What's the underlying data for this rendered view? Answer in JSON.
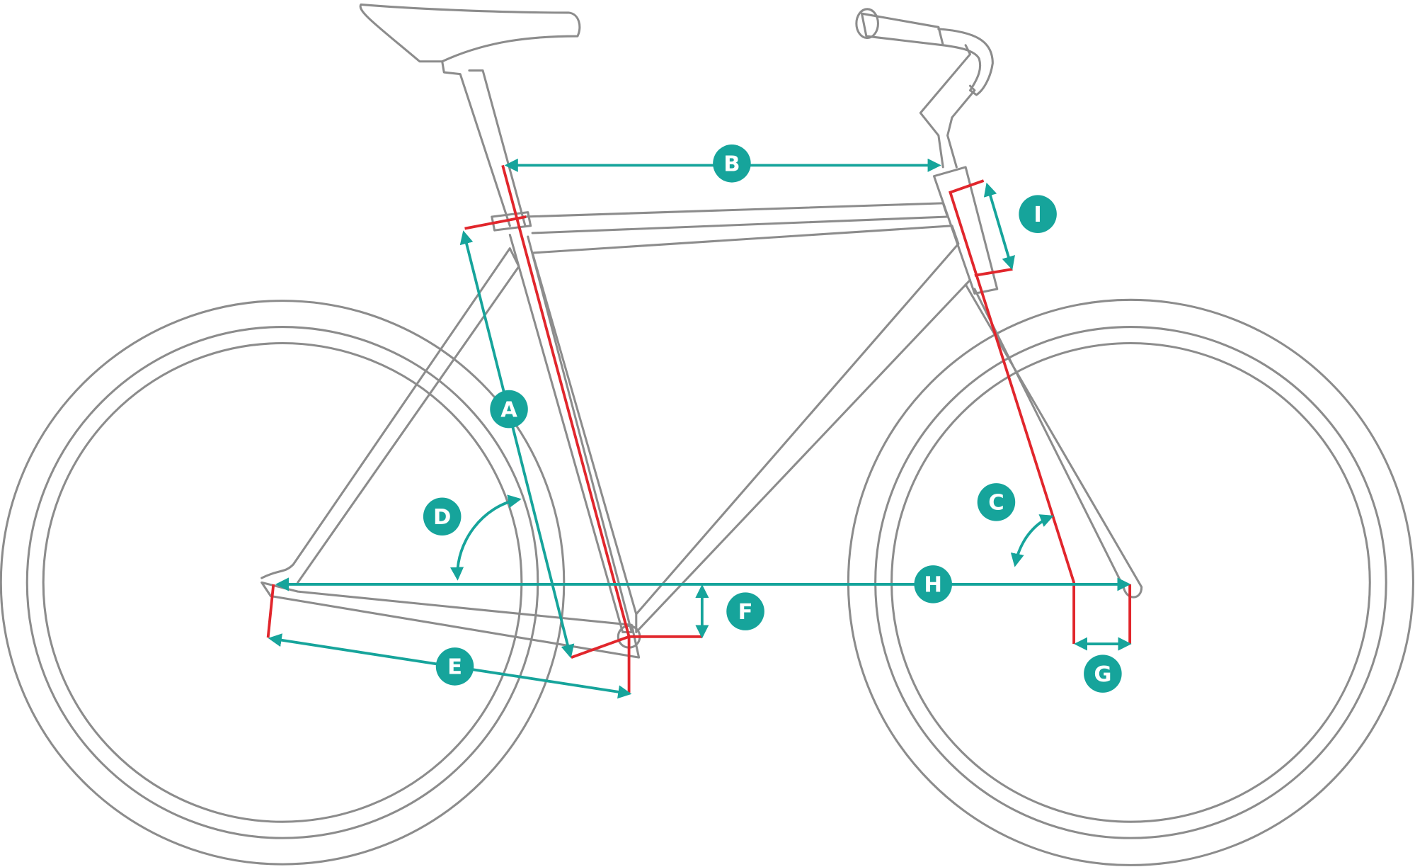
{
  "diagram": {
    "type": "bicycle-geometry",
    "labels": {
      "A": "A",
      "B": "B",
      "C": "C",
      "D": "D",
      "E": "E",
      "F": "F",
      "G": "G",
      "H": "H",
      "I": "I"
    },
    "colors": {
      "frame": "#8c8c8c",
      "reference_lines": "#e1262c",
      "dimensions": "#16a49b"
    }
  }
}
